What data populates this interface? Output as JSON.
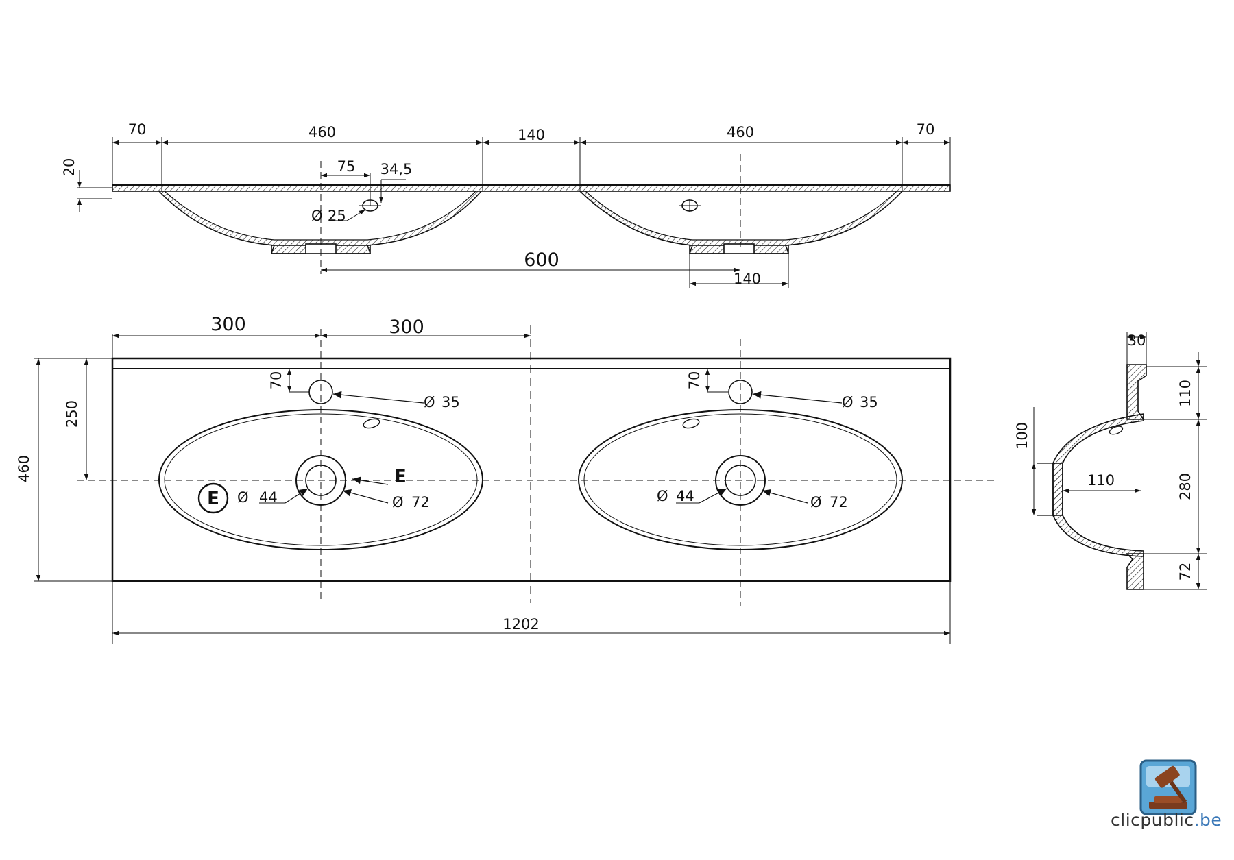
{
  "drawing": {
    "top_view": {
      "overall_width": "1202",
      "depth": "460",
      "basin_center_spacing": [
        "300",
        "300"
      ],
      "tap_hole_offset": "70",
      "tap_hole_diameter": "35",
      "basin_line": "250",
      "drain_diameter": "44",
      "drain_outer_diameter": "72",
      "overflow_label": "E"
    },
    "front_section": {
      "rim_left": "70",
      "basin_width_left": "460",
      "middle_gap": "140",
      "basin_width_right": "460",
      "rim_right": "70",
      "rim_thickness": "20",
      "tap_offset": "75",
      "tap_offset_vertical": "34,5",
      "tap_hole_diameter": "25",
      "drain_spacing": "600",
      "drain_foot_width": "140"
    },
    "side_section": {
      "wall_thickness": "30",
      "upper_depth": "110",
      "bowl_depth": "280",
      "front_lip": "72",
      "outlet_height": "100",
      "outlet_projection": "110"
    },
    "diameter_symbol": "Ø"
  },
  "branding": {
    "site_name": "clicpublic",
    "site_tld": ".be",
    "icon": "auction-gavel-icon"
  }
}
